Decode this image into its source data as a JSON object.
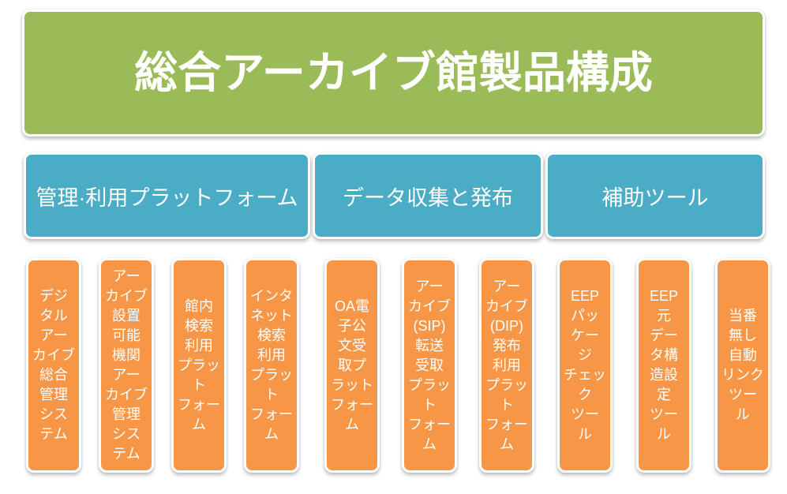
{
  "title": "総合アーカイブ館製品構成",
  "colors": {
    "banner_green": "#9BBB59",
    "category_blue": "#4BACC6",
    "product_orange": "#F79646",
    "text_white": "#FFFFFF"
  },
  "categories": [
    {
      "label": "管理·利用プラットフォーム",
      "products": [
        {
          "label": "デジ\nタル\nアー\nカイブ\n総合\n管理\nシス\nテム"
        },
        {
          "label": "アー\nカイブ\n設置\n可能\n機関\nアー\nカイブ\n管理\nシス\nテム"
        },
        {
          "label": "館内\n検索\n利用\nプラッ\nト\nフォー\nム"
        },
        {
          "label": "インタ\nネット\n検索\n利用\nプラッ\nト\nフォー\nム"
        }
      ]
    },
    {
      "label": "データ収集と発布",
      "products": [
        {
          "label": "OA電\n子公\n文受\n取プ\nラット\nフォー\nム"
        },
        {
          "label": "アー\nカイブ\n(SIP)\n転送\n受取\nプラッ\nト\nフォー\nム"
        },
        {
          "label": "アー\nカイブ\n(DIP)\n発布\n利用\nプラッ\nト\nフォー\nム"
        }
      ]
    },
    {
      "label": "補助ツール",
      "products": [
        {
          "label": "EEP\nパッ\nケー\nジ\nチェッ\nク\nツー\nル"
        },
        {
          "label": "EEP\n元\nデー\nタ構\n造設\n定\nツー\nル"
        },
        {
          "label": "当番\n無し\n自動\nリンク\nツー\nル"
        }
      ]
    }
  ]
}
